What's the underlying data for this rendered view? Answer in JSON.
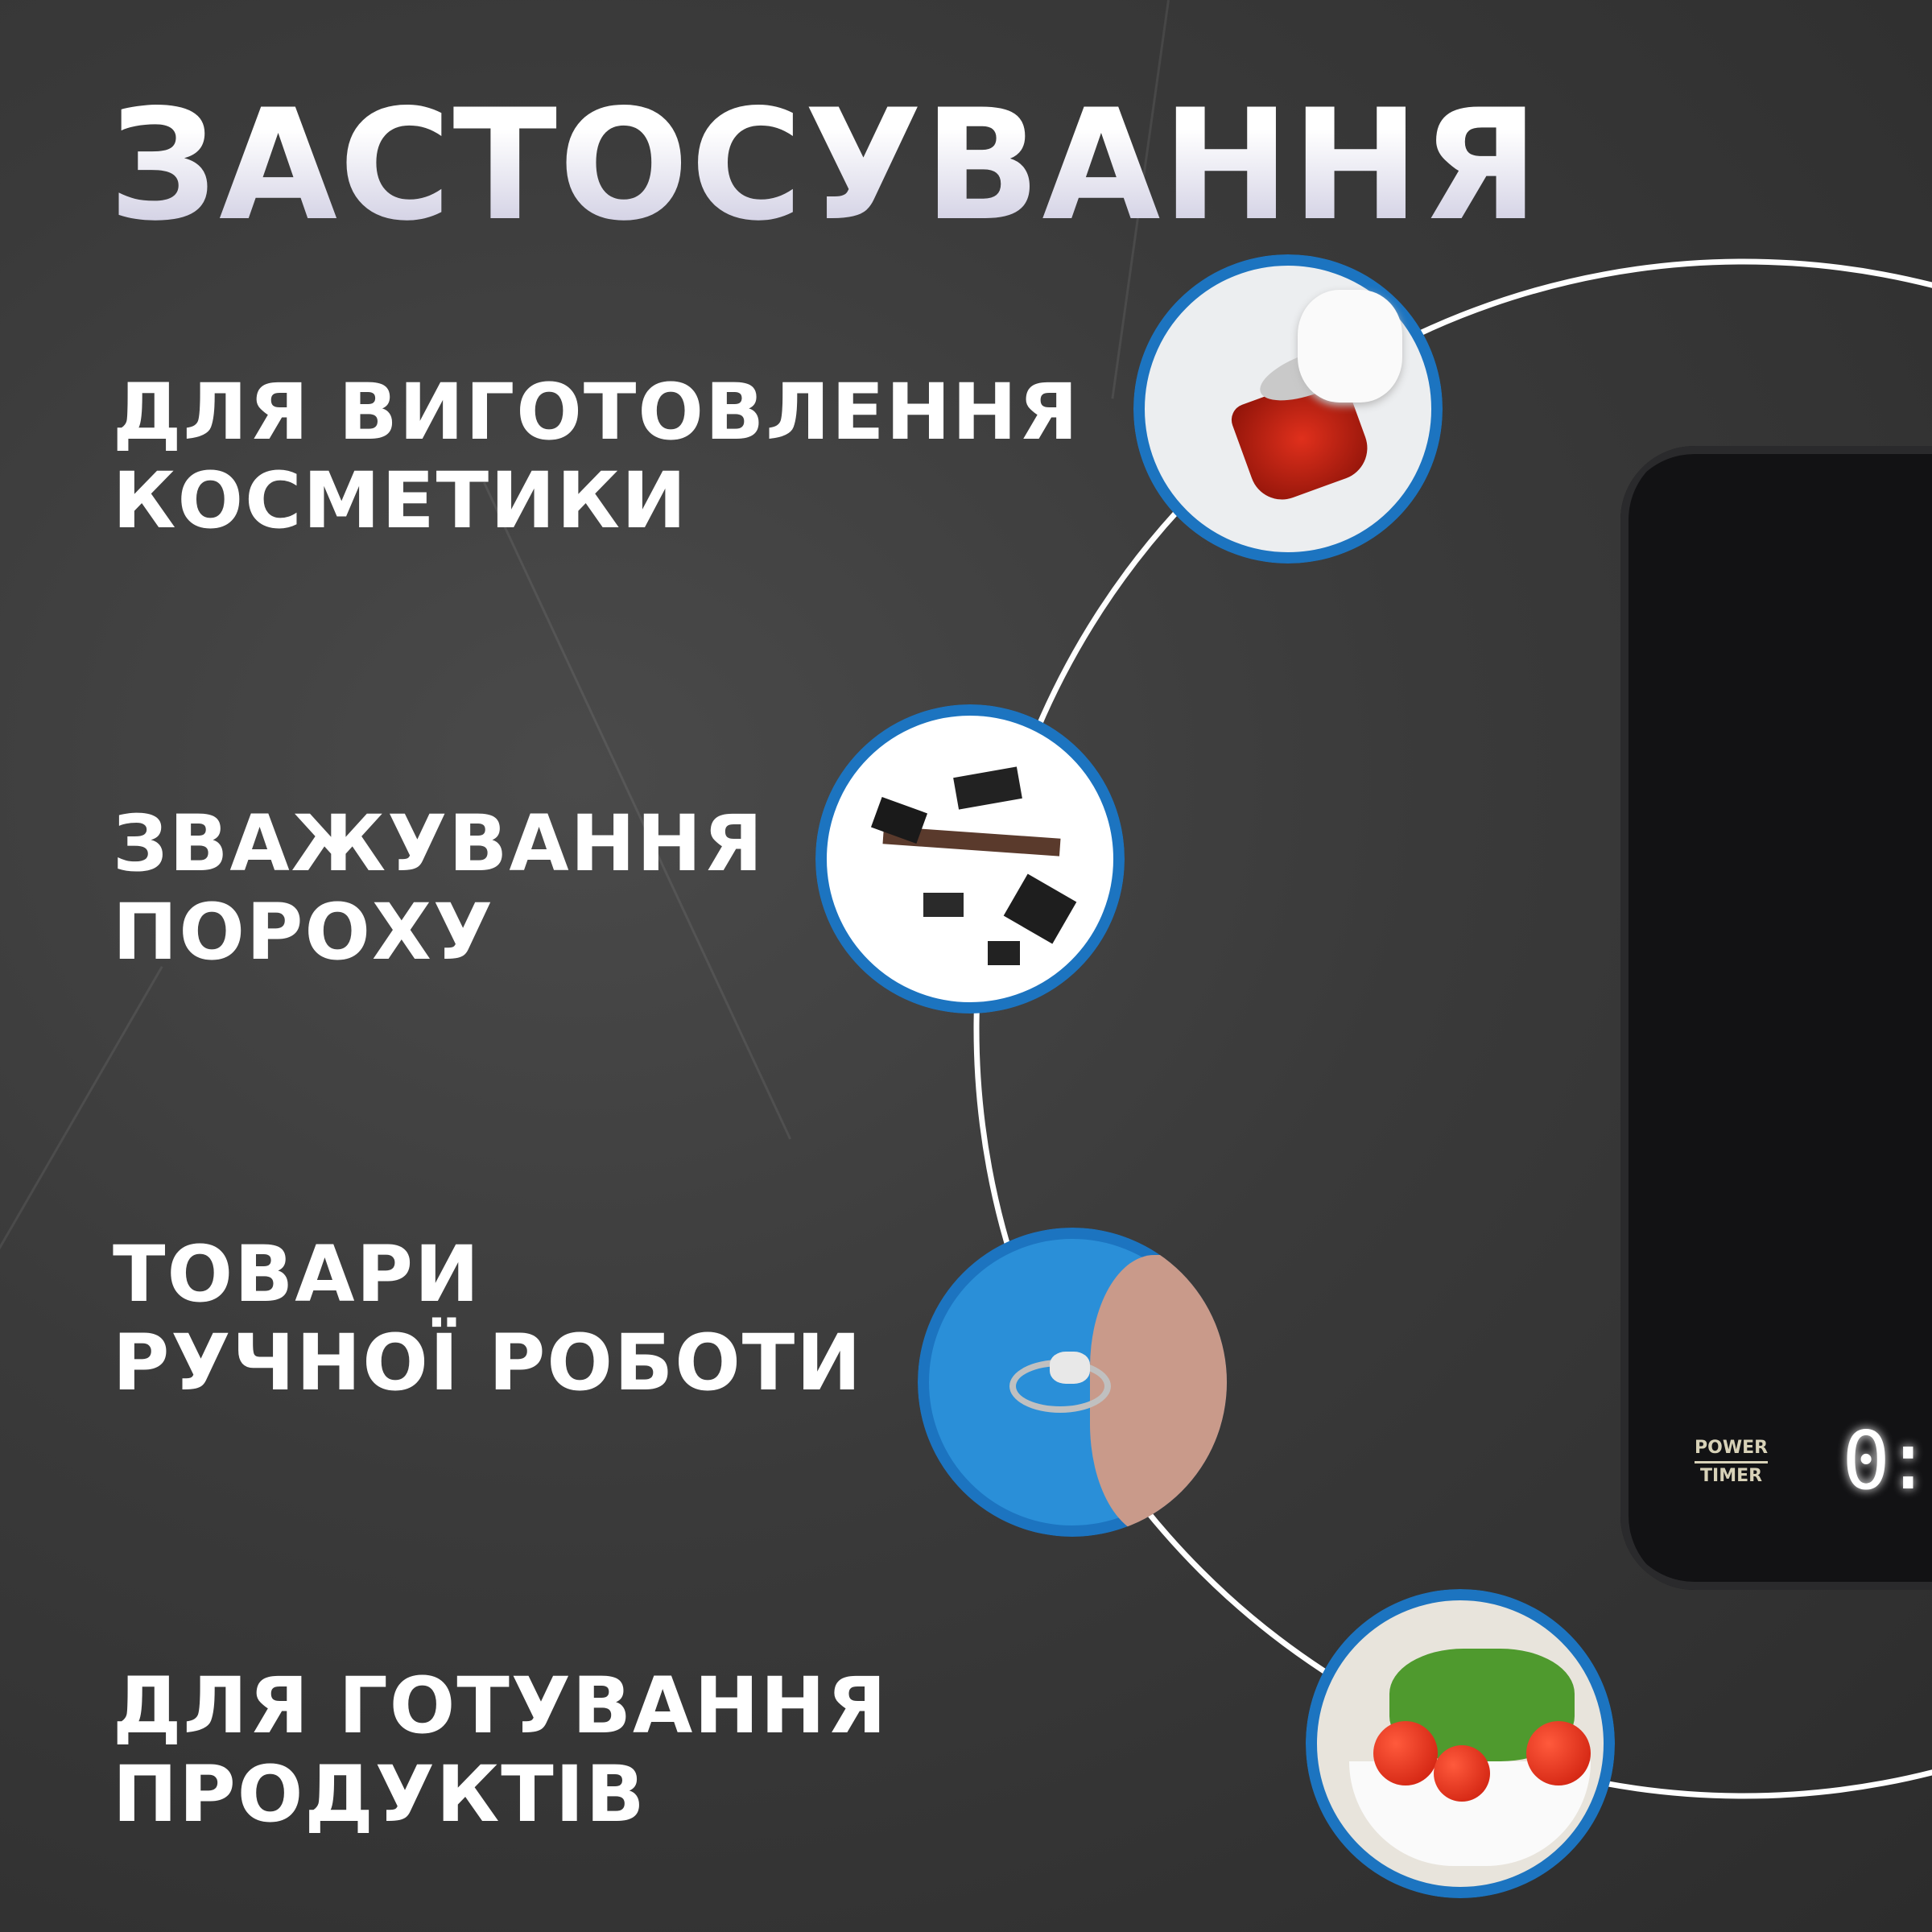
{
  "title": "ЗАСТОСУВАННЯ",
  "items": [
    {
      "line1": "ДЛЯ ВИГОТОВЛЕННЯ",
      "line2": "КОСМЕТИКИ",
      "photo": "cosmetics-jar"
    },
    {
      "line1": "ЗВАЖУВАННЯ",
      "line2": "ПОРОХУ",
      "photo": "charcoal-powder"
    },
    {
      "line1": "ТОВАРИ",
      "line2": "РУЧНОЇ РОБОТИ",
      "photo": "ring-jewelry"
    },
    {
      "line1": "ДЛЯ ГОТУВАННЯ",
      "line2": "ПРОДУКТІВ",
      "photo": "vegetables-bowl"
    }
  ],
  "scale": {
    "button_top": "POWER",
    "button_bottom": "TIMER",
    "display": "0:"
  },
  "colors": {
    "accent": "#1c74c0",
    "background": "#3a3a3a",
    "text": "#ffffff"
  }
}
